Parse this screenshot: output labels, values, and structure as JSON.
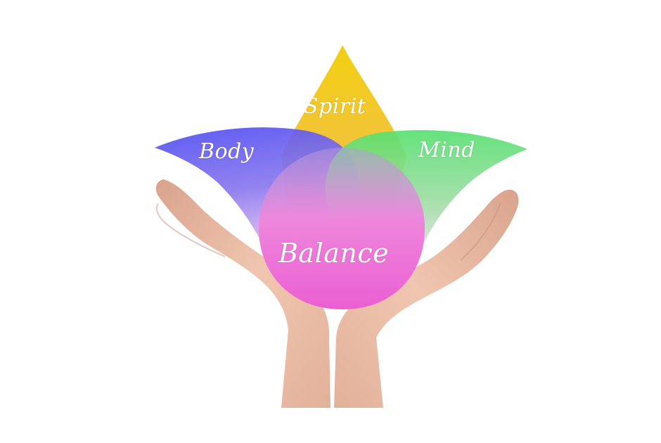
{
  "diagram": {
    "petals": [
      {
        "id": "spirit",
        "label": "Spirit",
        "color": "#f0cc1c"
      },
      {
        "id": "body",
        "label": "Body",
        "color": "#5a4ef0"
      },
      {
        "id": "mind",
        "label": "Mind",
        "color": "#5ee07a"
      },
      {
        "id": "balance",
        "label": "Balance",
        "color": "#ec5fd6"
      }
    ],
    "center_label": "Balance",
    "colors": {
      "background": "#ffffff",
      "skin": "#e9b9a0",
      "skin_shadow": "#c98f77"
    }
  }
}
